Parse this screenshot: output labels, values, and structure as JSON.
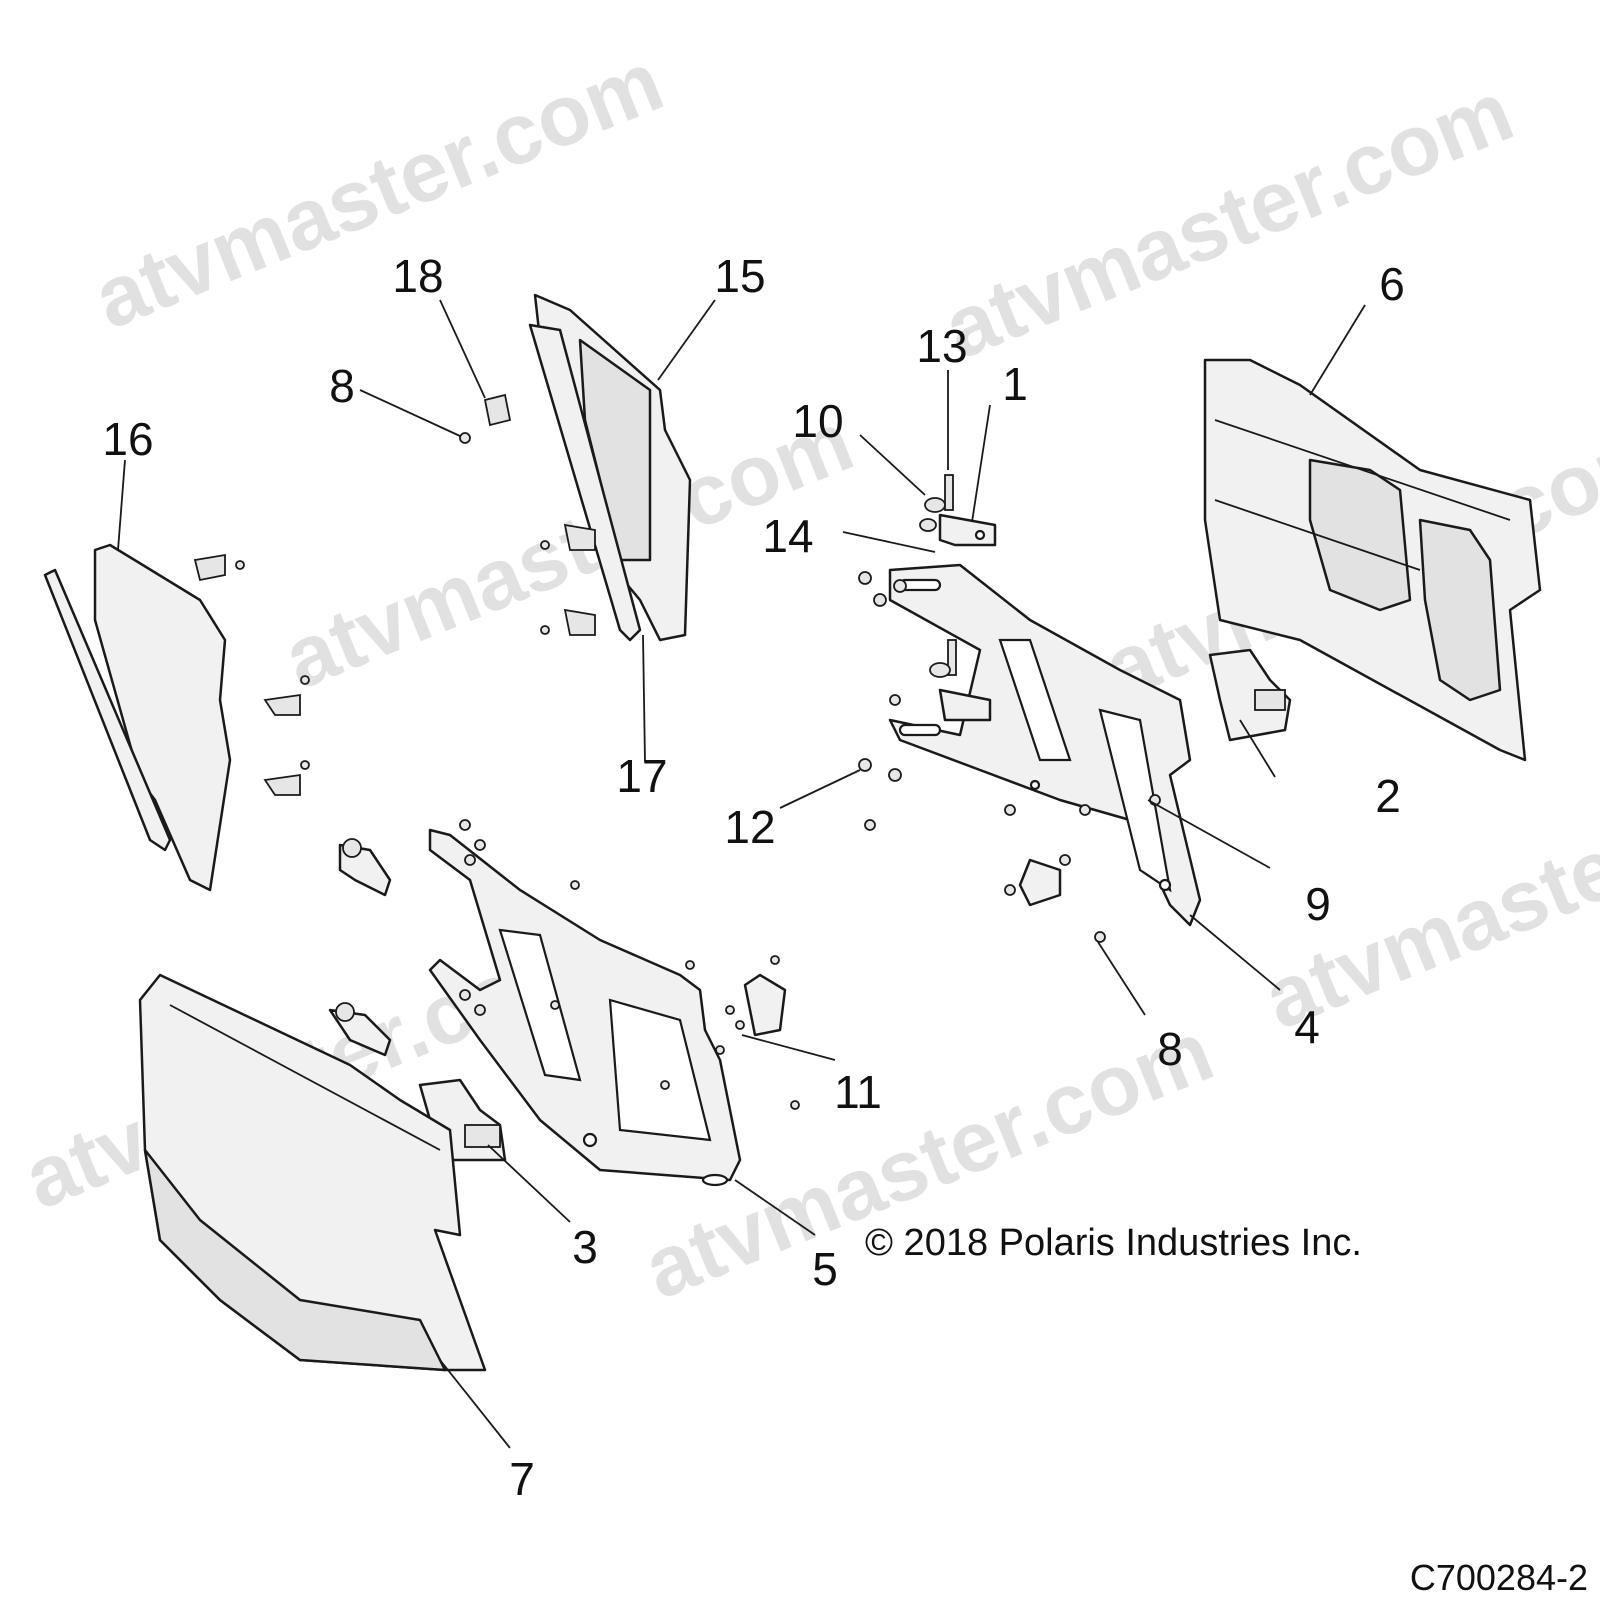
{
  "watermark": "atvmaster.com",
  "copyright": "© 2018 Polaris Industries Inc.",
  "figure_id": "C700284-2",
  "callouts": [
    {
      "id": "c1",
      "text": "1"
    },
    {
      "id": "c2",
      "text": "2"
    },
    {
      "id": "c3",
      "text": "3"
    },
    {
      "id": "c4",
      "text": "4"
    },
    {
      "id": "c5",
      "text": "5"
    },
    {
      "id": "c6",
      "text": "6"
    },
    {
      "id": "c7",
      "text": "7"
    },
    {
      "id": "c8a",
      "text": "8"
    },
    {
      "id": "c8b",
      "text": "8"
    },
    {
      "id": "c9",
      "text": "9"
    },
    {
      "id": "c10",
      "text": "10"
    },
    {
      "id": "c11",
      "text": "11"
    },
    {
      "id": "c12",
      "text": "12"
    },
    {
      "id": "c13",
      "text": "13"
    },
    {
      "id": "c14",
      "text": "14"
    },
    {
      "id": "c15",
      "text": "15"
    },
    {
      "id": "c16",
      "text": "16"
    },
    {
      "id": "c17",
      "text": "17"
    },
    {
      "id": "c18",
      "text": "18"
    }
  ]
}
